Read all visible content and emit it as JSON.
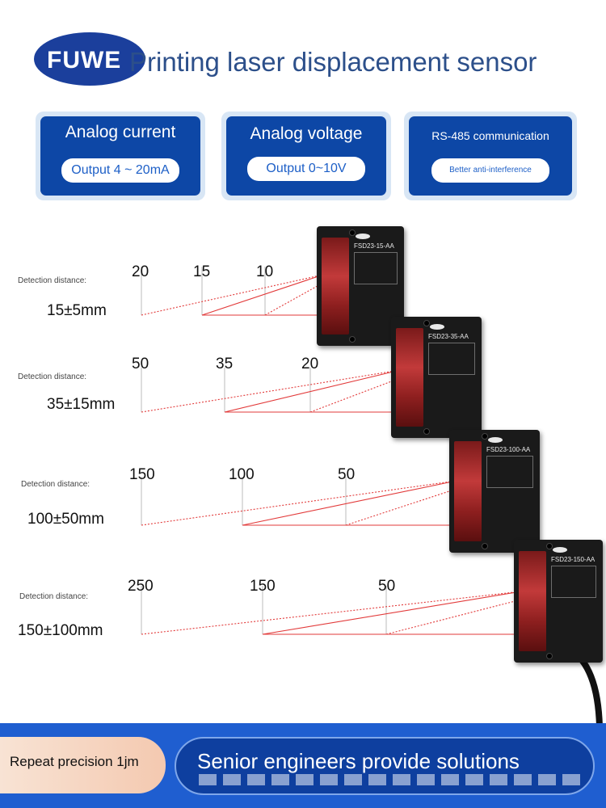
{
  "header": {
    "brand": "FUWE",
    "title": "Printing laser displacement sensor"
  },
  "cards": [
    {
      "title": "Analog current",
      "pill": "Output 4 ~ 20mA"
    },
    {
      "title": "Analog voltage",
      "pill": "Output 0~10V"
    },
    {
      "title": "RS-485 communication",
      "pill": "Better anti-interference"
    }
  ],
  "rows": [
    {
      "det_label": "Detection distance:",
      "range": "15±5mm",
      "ticks": [
        "20",
        "15",
        "10"
      ],
      "model": "FSD23-15-AA"
    },
    {
      "det_label": "Detection distance:",
      "range": "35±15mm",
      "ticks": [
        "50",
        "35",
        "20"
      ],
      "model": "FSD23-35-AA"
    },
    {
      "det_label": "Detection distance:",
      "range": "100±50mm",
      "ticks": [
        "150",
        "100",
        "50"
      ],
      "model": "FSD23-100-AA"
    },
    {
      "det_label": "Detection distance:",
      "range": "150±100mm",
      "ticks": [
        "250",
        "150",
        "50"
      ],
      "model": "FSD23-150-AA"
    }
  ],
  "footer": {
    "left": "Repeat precision 1jm",
    "right": "Senior engineers provide solutions"
  },
  "colors": {
    "brand_blue": "#0d47a6",
    "laser_red": "#e23a3a",
    "footer_blue": "#1f5ed0"
  }
}
